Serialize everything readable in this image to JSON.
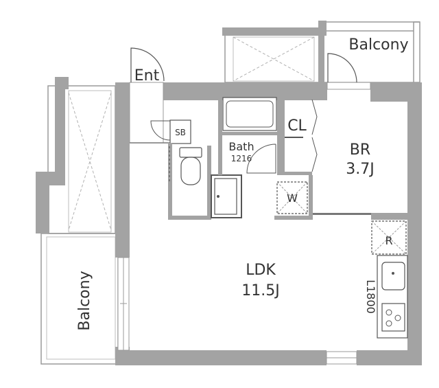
{
  "colors": {
    "wall": "#a3a3a3",
    "line": "#555555",
    "light_line": "#9a9a9a",
    "dash": "#b0b0b0",
    "text": "#333333"
  },
  "labels": {
    "entrance": "Ent",
    "shoe_box": "SB",
    "bath": "Bath",
    "bath_size": "1216",
    "closet": "CL",
    "washer": "W",
    "bedroom": "BR",
    "bedroom_size": "3.7J",
    "ldk": "LDK",
    "ldk_size": "11.5J",
    "refrigerator": "R",
    "kitchen": "L1800",
    "balcony_top": "Balcony",
    "balcony_left": "Balcony"
  }
}
